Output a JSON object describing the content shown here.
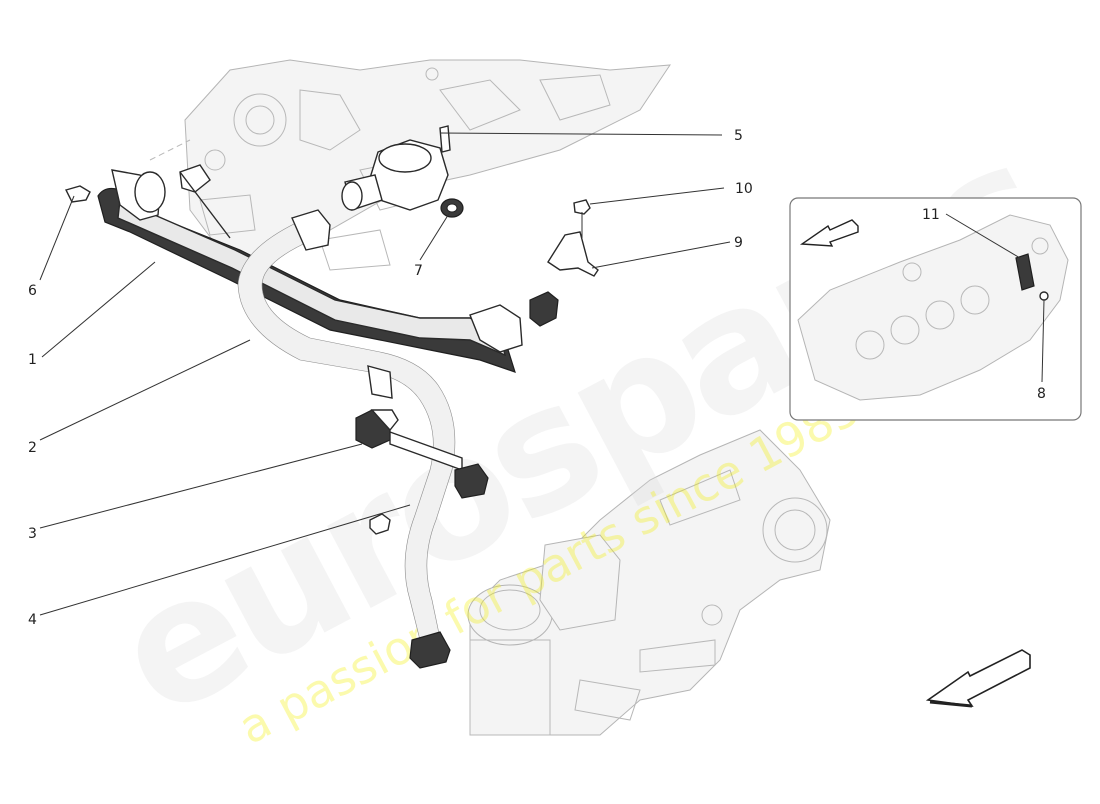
{
  "callouts": {
    "c1": "1",
    "c2": "2",
    "c3": "3",
    "c4": "4",
    "c5": "5",
    "c6": "6",
    "c7": "7",
    "c8": "8",
    "c9": "9",
    "c10": "10",
    "c11": "11"
  },
  "watermark": {
    "main": "eurospares",
    "tagline": "a passion for parts since 1985",
    "main_color": "#d0d0d0",
    "tagline_color": "#f2ef3a"
  },
  "icons": {
    "direction_arrow_main": "direction-arrow-icon",
    "direction_arrow_inset": "direction-arrow-icon"
  }
}
